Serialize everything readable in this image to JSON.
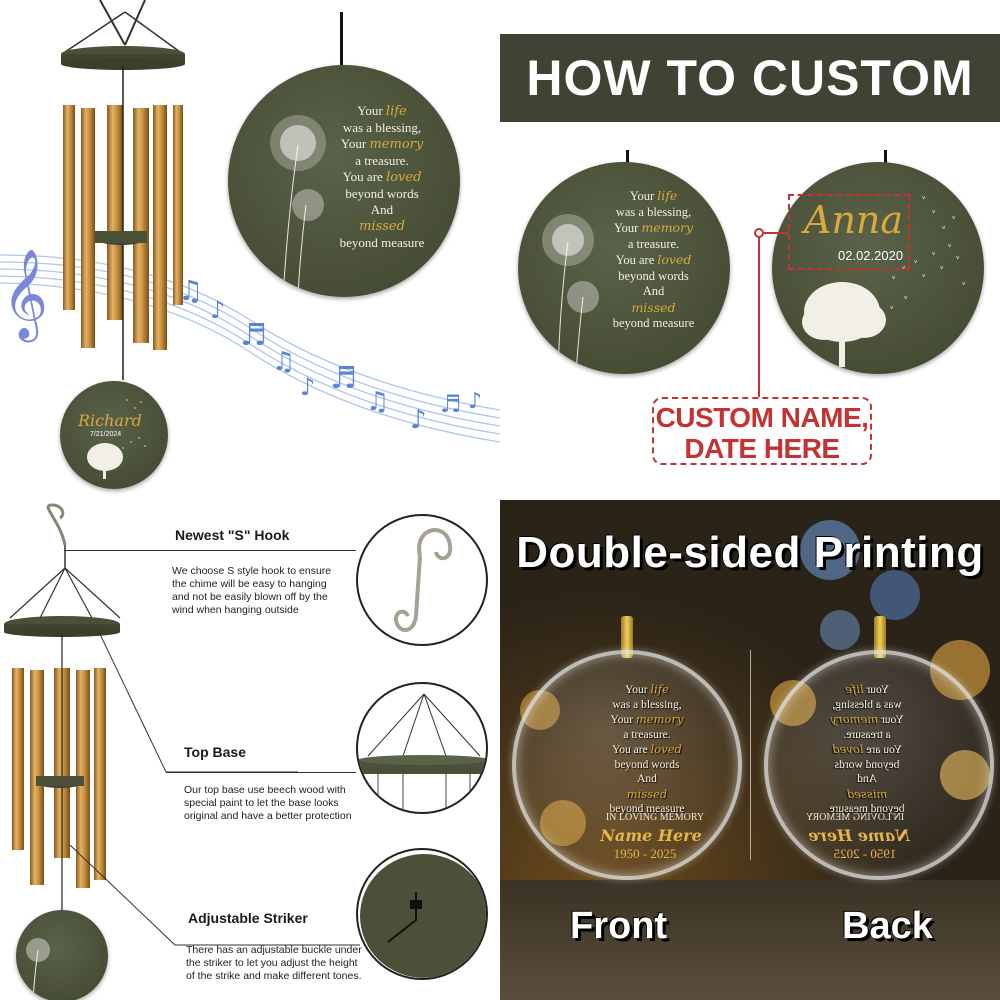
{
  "verse": {
    "lines": [
      {
        "pre": "Your ",
        "gold": "life",
        "post": ""
      },
      {
        "pre": "was a ",
        "gold": "",
        "post": "blessing,"
      },
      {
        "pre": "Your ",
        "gold": "memory",
        "post": ""
      },
      {
        "pre": "a treasure.",
        "gold": "",
        "post": ""
      },
      {
        "pre": "You are ",
        "gold": "loved",
        "post": ""
      },
      {
        "pre": "beyond words",
        "gold": "",
        "post": ""
      },
      {
        "pre": "And",
        "gold": "",
        "post": ""
      },
      {
        "pre": "",
        "gold": "missed",
        "post": ""
      },
      {
        "pre": "beyond measure",
        "gold": "",
        "post": ""
      }
    ]
  },
  "top_left": {
    "small_disc_name": "Richard",
    "small_disc_date": "7/21/2024"
  },
  "top_right": {
    "banner": "HOW TO CUSTOM",
    "custom_name": "Anna",
    "custom_date": "02.02.2020",
    "callout_line1": "CUSTOM NAME,",
    "callout_line2": "DATE HERE"
  },
  "bottom_left": {
    "features": [
      {
        "title": "Newest \"S\" Hook",
        "desc": "We choose S style hook to ensure the chime will be easy to hanging and not be easily blown off by the wind when hanging outside"
      },
      {
        "title": "Top Base",
        "desc": "Our top base use beech wood with special paint to let the base looks original and have a better protection"
      },
      {
        "title": "Adjustable Striker",
        "desc": "There has an adjustable buckle under the striker to let you adjust the height of the strike and make different tones."
      }
    ]
  },
  "bottom_right": {
    "title": "Double-sided Printing",
    "front_label": "Front",
    "back_label": "Back",
    "memory_text": "IN LOVING MEMORY",
    "name_text": "Name Here",
    "years_text": "1950 - 2025"
  },
  "colors": {
    "disc_green": "#4a5138",
    "gold": "#d9a93c",
    "banner": "#404234",
    "callout_red": "#c43232",
    "tube_gold": "#c8933f"
  }
}
